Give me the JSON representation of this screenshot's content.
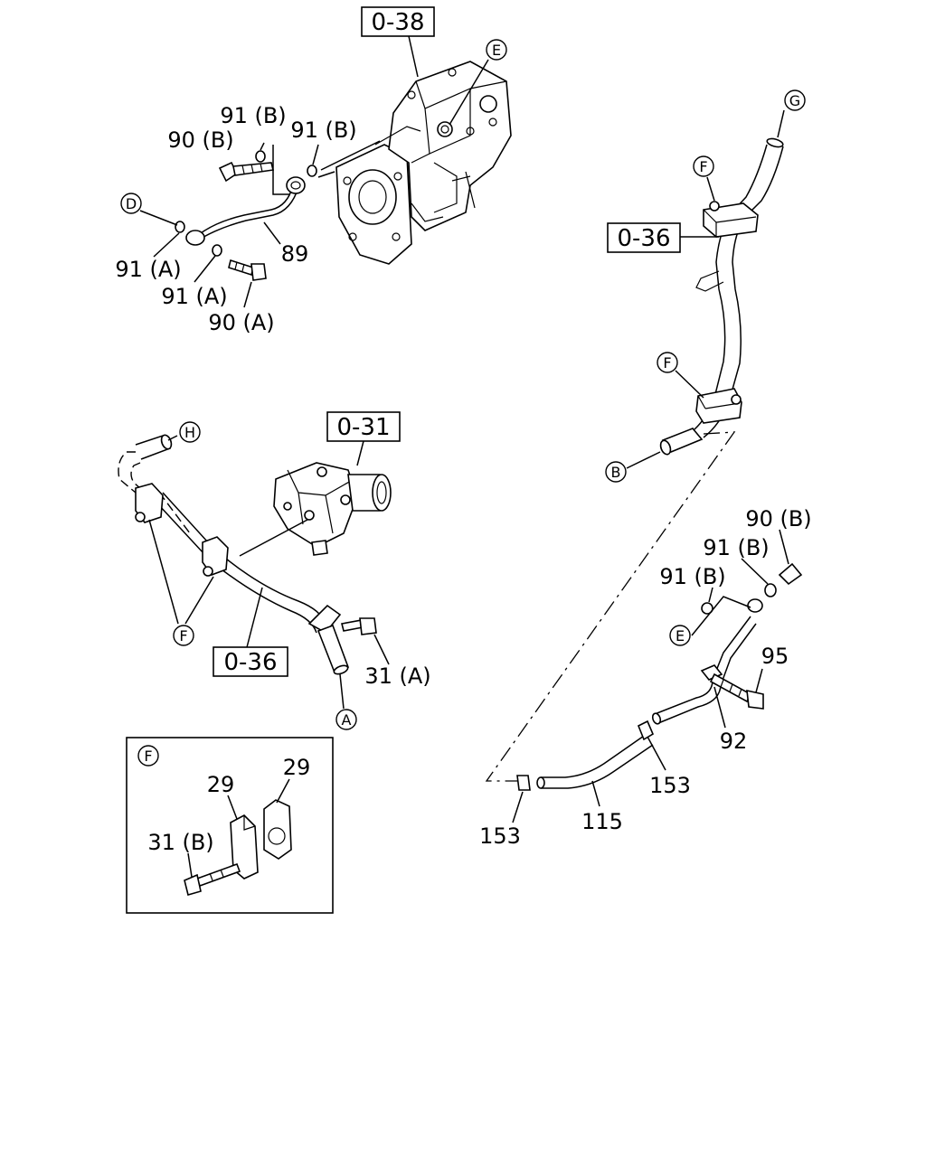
{
  "reference_boxes": {
    "ref_038": "0-38",
    "ref_036_right": "0-36",
    "ref_031": "0-31",
    "ref_036_left": "0-36"
  },
  "callouts": {
    "c_e_top": "E",
    "c_d": "D",
    "c_g": "G",
    "c_f_top": "F",
    "c_f_mid": "F",
    "c_b": "B",
    "c_h": "H",
    "c_f_left": "F",
    "c_a": "A",
    "c_e_right": "E",
    "c_f_detail": "F"
  },
  "part_labels": {
    "p_91b_1": "91 (B)",
    "p_90b_1": "90 (B)",
    "p_91b_2": "91 (B)",
    "p_91a_1": "91 (A)",
    "p_89": "89",
    "p_91a_2": "91 (A)",
    "p_90a": "90 (A)",
    "p_31a": "31 (A)",
    "p_90b_2": "90 (B)",
    "p_91b_3": "91 (B)",
    "p_91b_4": "91 (B)",
    "p_95": "95",
    "p_92": "92",
    "p_153_1": "153",
    "p_153_2": "153",
    "p_115": "115",
    "p_29_1": "29",
    "p_29_2": "29",
    "p_31b": "31 (B)"
  }
}
